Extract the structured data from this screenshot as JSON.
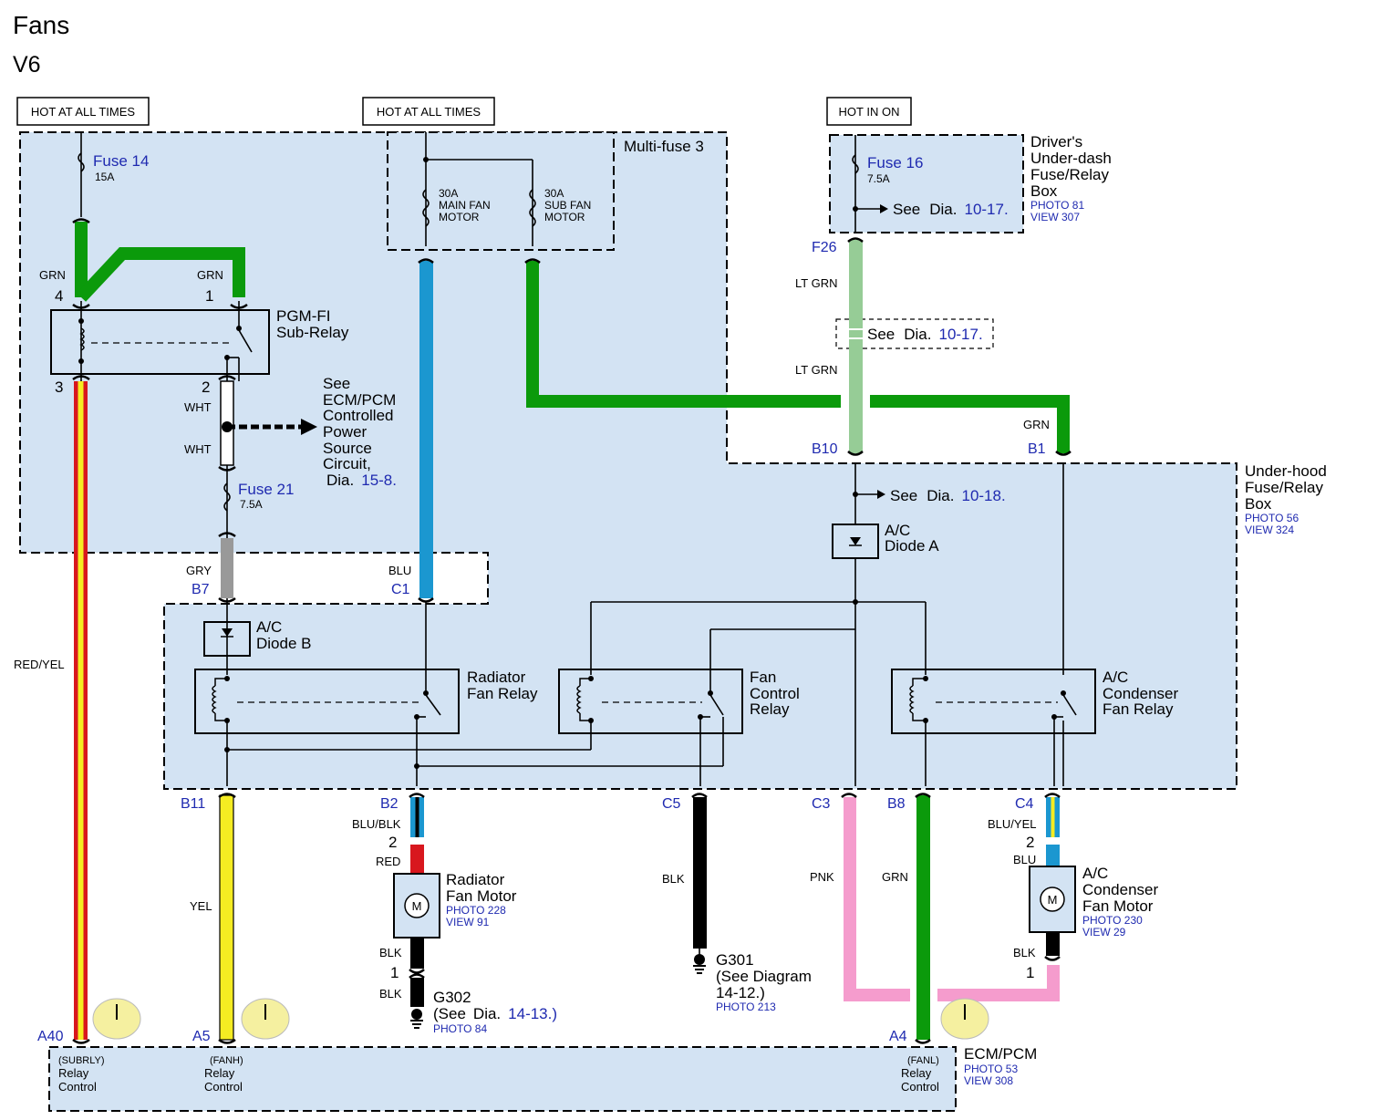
{
  "title": "Fans",
  "subtitle": "V6",
  "hot_labels": {
    "left": "HOT AT ALL TIMES",
    "middle": "HOT AT ALL TIMES",
    "right": "HOT IN ON"
  },
  "fuses": {
    "fuse14": {
      "name": "Fuse 14",
      "rating": "15A"
    },
    "fuse16": {
      "name": "Fuse 16",
      "rating": "7.5A"
    },
    "fuse21": {
      "name": "Fuse 21",
      "rating": "7.5A"
    },
    "main_fan": {
      "rating": "30A",
      "line1": "MAIN FAN",
      "line2": "MOTOR"
    },
    "sub_fan": {
      "rating": "30A",
      "line1": "SUB FAN",
      "line2": "MOTOR"
    }
  },
  "multifuse": "Multi-fuse 3",
  "drivers_box": {
    "l1": "Driver's",
    "l2": "Under-dash",
    "l3": "Fuse/Relay",
    "l4": "Box",
    "photo": "PHOTO 81",
    "view": "VIEW 307"
  },
  "underhood_box": {
    "l1": "Under-hood",
    "l2": "Fuse/Relay",
    "l3": "Box",
    "photo": "PHOTO 56",
    "view": "VIEW 324"
  },
  "see_ref": {
    "see": "See",
    "dia": "Dia.",
    "d1017": "10-17.",
    "d1018": "10-18."
  },
  "pgm_relay": {
    "l1": "PGM-FI",
    "l2": "Sub-Relay"
  },
  "ecm_note": {
    "l1": "See",
    "l2": "ECM/PCM",
    "l3": "Controlled",
    "l4": "Power",
    "l5": "Source",
    "l6": "Circuit,",
    "dia": "Dia.",
    "num": "15-8."
  },
  "diode_a": {
    "l1": "A/C",
    "l2": "Diode A"
  },
  "diode_b": {
    "l1": "A/C",
    "l2": "Diode B"
  },
  "relays": {
    "radiator": {
      "l1": "Radiator",
      "l2": "Fan Relay"
    },
    "control": {
      "l1": "Fan",
      "l2": "Control",
      "l3": "Relay"
    },
    "condenser": {
      "l1": "A/C",
      "l2": "Condenser",
      "l3": "Fan Relay"
    }
  },
  "motors": {
    "radiator": {
      "l1": "Radiator",
      "l2": "Fan Motor",
      "photo": "PHOTO 228",
      "view": "VIEW 91"
    },
    "condenser": {
      "l1": "A/C",
      "l2": "Condenser",
      "l3": "Fan Motor",
      "photo": "PHOTO 230",
      "view": "VIEW 29"
    }
  },
  "grounds": {
    "g301": {
      "l1": "G301",
      "l2": "(See Diagram",
      "l3": "14-12.)",
      "photo": "PHOTO 213"
    },
    "g302": {
      "name": "G302",
      "see": "(See",
      "dia": "Dia.",
      "num": "14-13.)",
      "photo": "PHOTO 84"
    }
  },
  "ecm": {
    "name": "ECM/PCM",
    "photo": "PHOTO 53",
    "view": "VIEW 308",
    "subrly": {
      "sig": "(SUBRLY)",
      "l1": "Relay",
      "l2": "Control"
    },
    "fanh": {
      "sig": "(FANH)",
      "l1": "Relay",
      "l2": "Control"
    },
    "fanl": {
      "sig": "(FANL)",
      "l1": "Relay",
      "l2": "Control"
    }
  },
  "pins": {
    "p4": "4",
    "p1": "1",
    "p3": "3",
    "p2": "2",
    "F26": "F26",
    "B10": "B10",
    "B1": "B1",
    "B7": "B7",
    "C1": "C1",
    "B11": "B11",
    "B2": "B2",
    "C5": "C5",
    "C3": "C3",
    "B8": "B8",
    "C4": "C4",
    "A40": "A40",
    "A5": "A5",
    "A4": "A4",
    "m_r2": "2",
    "m_r1": "1",
    "m_c2": "2",
    "m_c1": "1"
  },
  "wires": {
    "grn": "GRN",
    "wht": "WHT",
    "red_yel": "RED/YEL",
    "lt_grn": "LT GRN",
    "gry": "GRY",
    "blu": "BLU",
    "yel": "YEL",
    "blu_blk": "BLU/BLK",
    "red": "RED",
    "blk": "BLK",
    "pnk": "PNK",
    "blu_yel": "BLU/YEL"
  },
  "colors": {
    "grn": "#0b9a0b",
    "lt_grn": "#96cc96",
    "blu": "#1b97d0",
    "yel": "#f5ec22",
    "red": "#d8171e",
    "pnk": "#f59ccd",
    "gry": "#999999",
    "blk": "#000000",
    "box_fill": "#d3e3f3",
    "pin_blue": "#1f2ab0",
    "ecm_dot": "#f5f0a0"
  }
}
